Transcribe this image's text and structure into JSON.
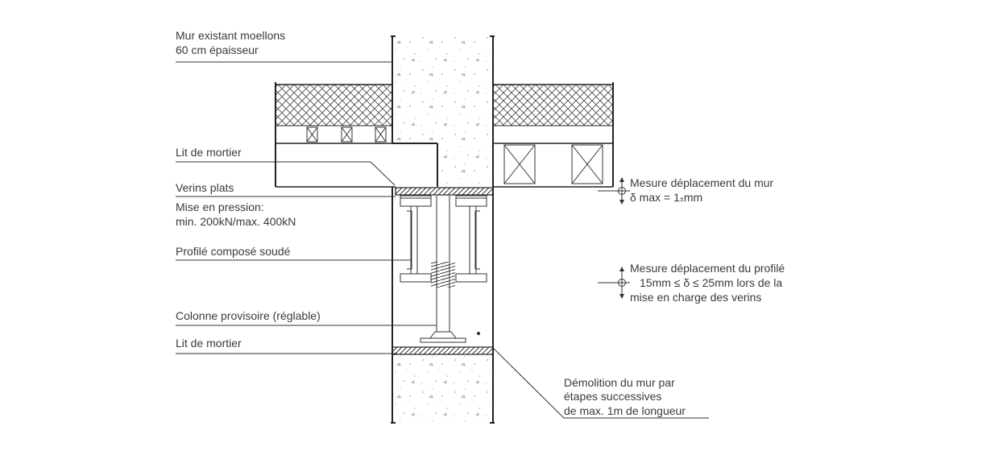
{
  "labels": {
    "wall_title_1": "Mur existant moellons",
    "wall_title_2": "60 cm épaisseur",
    "mortar_top": "Lit de mortier",
    "jacks": "Verins plats",
    "pressure_1": "Mise en pression:",
    "pressure_2": "min. 200kN/max. 400kN",
    "profile": "Profilé composé soudé",
    "column": "Colonne provisoire (réglable)",
    "mortar_bottom": "Lit de mortier",
    "measure_wall_1": "Mesure déplacement du mur",
    "measure_wall_2": "δ max =    1",
    "measure_wall_tol": "±",
    "measure_wall_unit": "mm",
    "measure_profile_1": "Mesure déplacement du profilé",
    "measure_profile_2": "15mm ≤ δ ≤ 25mm lors de la",
    "measure_profile_3": "mise en charge des verins",
    "demolition_1": "Démolition du mur par",
    "demolition_2": "étapes successives",
    "demolition_3": "de max. 1m de longueur"
  }
}
